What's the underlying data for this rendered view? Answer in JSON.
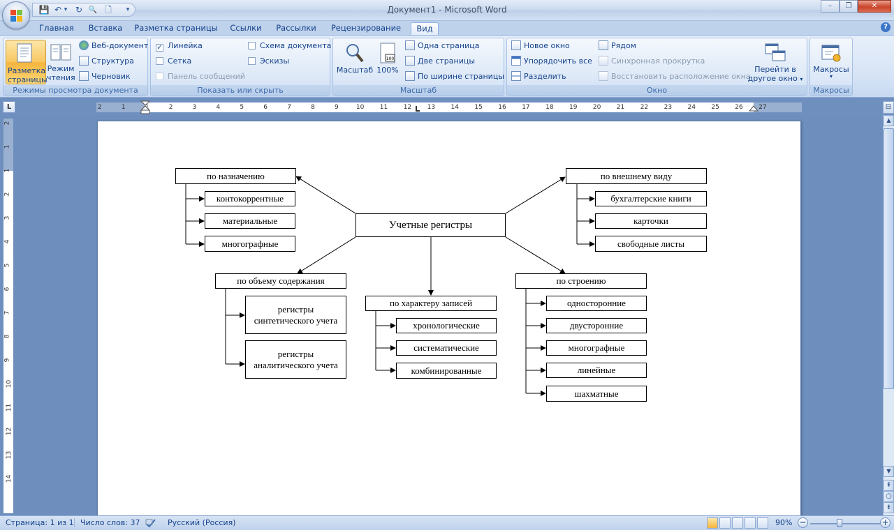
{
  "window": {
    "title": "Документ1 - Microsoft Word",
    "minimize": "–",
    "maximize": "❐",
    "close": "✕"
  },
  "qat": {
    "save": "💾",
    "undo": "↶",
    "undo_dd": "▾",
    "redo": "↻",
    "print_preview": "🔍",
    "new": "🗋",
    "customize": "▾"
  },
  "tabs": [
    "Главная",
    "Вставка",
    "Разметка страницы",
    "Ссылки",
    "Рассылки",
    "Рецензирование",
    "Вид"
  ],
  "active_tab": "Вид",
  "help": "?",
  "ribbon": {
    "views": {
      "label": "Режимы просмотра документа",
      "print_layout": "Разметка страницы",
      "reading": "Режим чтения",
      "web": "Веб-документ",
      "outline": "Структура",
      "draft": "Черновик"
    },
    "show_hide": {
      "label": "Показать или скрыть",
      "ruler": "Линейка",
      "ruler_checked": true,
      "gridlines": "Сетка",
      "message_bar": "Панель сообщений",
      "doc_map": "Схема документа",
      "thumbnails": "Эскизы"
    },
    "zoom": {
      "label": "Масштаб",
      "zoom": "Масштаб",
      "hundred": "100%",
      "hundred_icon_text": "100",
      "one_page": "Одна страница",
      "two_pages": "Две страницы",
      "page_width": "По ширине страницы"
    },
    "window": {
      "label": "Окно",
      "new_window": "Новое окно",
      "arrange_all": "Упорядочить все",
      "split": "Разделить",
      "side_by_side": "Рядом",
      "sync_scroll": "Синхронная прокрутка",
      "reset_position": "Восстановить расположение окна",
      "switch_windows_1": "Перейти в",
      "switch_windows_2": "другое окно",
      "dropdown_arrow": "▾"
    },
    "macros": {
      "label": "Макросы",
      "button": "Макросы",
      "dropdown_arrow": "▾"
    }
  },
  "ruler": {
    "corner": "L",
    "h_ticks": [
      "2",
      "1",
      "1",
      "2",
      "3",
      "4",
      "5",
      "6",
      "7",
      "8",
      "9",
      "10",
      "11",
      "12",
      "13",
      "14",
      "15",
      "16",
      "17",
      "18",
      "19",
      "20",
      "21",
      "22",
      "23",
      "24",
      "25",
      "26",
      "27"
    ],
    "v_ticks": [
      "2",
      "1",
      "1",
      "2",
      "3",
      "4",
      "5",
      "6",
      "7",
      "8",
      "9",
      "10",
      "11",
      "12",
      "13",
      "14"
    ]
  },
  "diagram": {
    "center": "Учетные регистры",
    "by_purpose": {
      "title": "по назначению",
      "items": [
        "контокоррентные",
        "материальные",
        "многографные"
      ]
    },
    "by_appearance": {
      "title": "по внешнему виду",
      "items": [
        "бухгалтерские книги",
        "карточки",
        "свободные листы"
      ]
    },
    "by_volume": {
      "title": "по объему содержания",
      "items": [
        "регистры синтетического учета",
        "регистры аналитического учета"
      ]
    },
    "by_character": {
      "title": "по характеру записей",
      "items": [
        "хронологические",
        "систематические",
        "комбинированные"
      ]
    },
    "by_structure": {
      "title": "по строению",
      "items": [
        "односторонние",
        "двусторонние",
        "многографные",
        "линейные",
        "шахматные"
      ]
    }
  },
  "scroll": {
    "up": "▲",
    "down": "▼",
    "prev_page": "⇞",
    "browse": "○",
    "next_page": "⇟",
    "split_box": "⊟"
  },
  "status": {
    "page": "Страница: 1 из 1",
    "words": "Число слов: 37",
    "language": "Русский (Россия)",
    "zoom": "90%",
    "zoom_out": "−",
    "zoom_in": "+"
  }
}
